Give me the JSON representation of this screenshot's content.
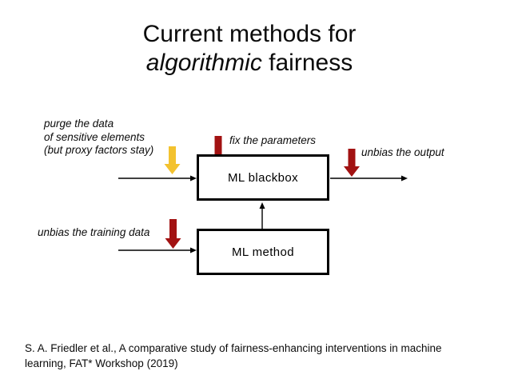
{
  "title": {
    "line1": "Current methods for",
    "line2_italic": "algorithmic",
    "line2_regular": " fairness"
  },
  "colors": {
    "highlight_yellow": "#F3C22F",
    "highlight_red": "#A21212",
    "line_black": "#000000"
  },
  "diagram": {
    "labels": {
      "purge": "purge the data\nof sensitive elements\n(but proxy factors stay)",
      "fix": "fix the parameters",
      "unbias_output": "unbias the output",
      "unbias_training": "unbias the training data"
    },
    "boxes": {
      "blackbox": "ML blackbox",
      "method": "ML method"
    }
  },
  "citation": "S. A. Friedler et al., A comparative study of fairness-enhancing interventions in machine\nlearning, FAT* Workshop (2019)"
}
